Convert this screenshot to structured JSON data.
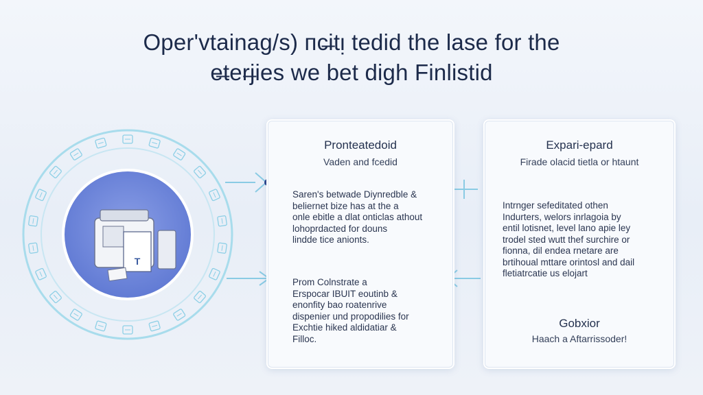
{
  "title": {
    "line1": "Oper'vtainag/s) ᴨᴄ̶itᴉ tedid the lase for the",
    "line2": "e̶ter̶jies we bet digh Finlistid"
  },
  "left_card": {
    "title": "Pronteatedoid",
    "subtitle": "Vaden and fcedid",
    "block1": [
      "Saren's betwade Diynredble &",
      "beliernet bize has at the a",
      "onle ebitle a dlat onticlas athout",
      "lohoprdacted for douns",
      "lindde tice anionts."
    ],
    "block2": [
      "Prom Colnstrate a",
      "Erspocar IBUIT eoutinb &",
      "enonfity bao roatenrive",
      "dispenier und propodilies for",
      "Exchtie hiked aldidatiar &",
      "Filloc."
    ]
  },
  "right_card": {
    "title": "Expari-epard",
    "subtitle": "Firade olacid tietla or htaunt",
    "block1": [
      "Intrnger sefeditated othen",
      "Indurters, welors inrlagoia by",
      "entil lotisnet, level lano apie ley",
      "trodel sted wutt thef surchire or",
      "fionna, dil endea rnetare are",
      "brtihoual mttare orintosl and dail",
      "fletiatrcatie us elojart"
    ],
    "footer_title": "Gobxior",
    "footer_sub": "Haach a Aftarrissoder!"
  },
  "device_label": "T",
  "colors": {
    "accent": "#3f63c8",
    "circle_fill": "#6f86da",
    "ring": "#a9d7e8",
    "arrow": "#7fc7e3",
    "node": "#2a3f88"
  }
}
